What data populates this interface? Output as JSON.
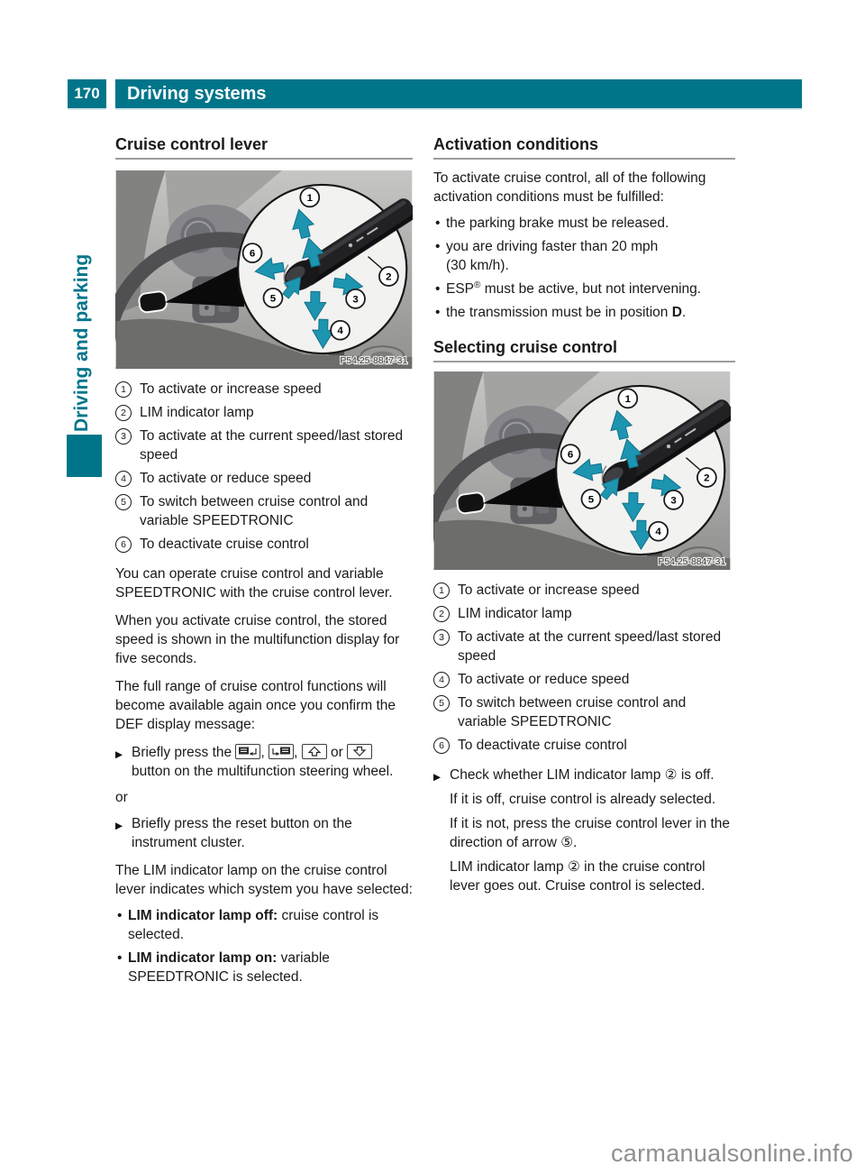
{
  "page": {
    "number": "170",
    "header_title": "Driving systems",
    "sidebar_label": "Driving and parking",
    "watermark": "carmanualsonline.info"
  },
  "colors": {
    "header_teal": "#00758a",
    "arrow_teal": "#1d95b0",
    "rule_gray": "#9c9c9c",
    "body_text": "#1a1a1a"
  },
  "figure": {
    "label": "P54.25-8847-31",
    "callouts": [
      "1",
      "2",
      "3",
      "4",
      "5",
      "6"
    ],
    "description_icons": [
      "cruise-control-lever",
      "direction-arrows",
      "magnifier-circle"
    ]
  },
  "lever_legend": [
    {
      "num": "1",
      "text": "To activate or increase speed"
    },
    {
      "num": "2",
      "text": "LIM indicator lamp"
    },
    {
      "num": "3",
      "text": "To activate at the current speed/last stored speed"
    },
    {
      "num": "4",
      "text": "To activate or reduce speed"
    },
    {
      "num": "5",
      "text": "To switch between cruise control and variable SPEEDTRONIC"
    },
    {
      "num": "6",
      "text": "To deactivate cruise control"
    }
  ],
  "left_column": {
    "heading": "Cruise control lever",
    "paragraphs": {
      "p1": "You can operate cruise control and variable SPEEDTRONIC with the cruise control lever.",
      "p2": "When you activate cruise control, the stored speed is shown in the multifunction display for five seconds.",
      "p3": "The full range of cruise control functions will become available again once you confirm the DEF display message:"
    },
    "action1": {
      "pre": "Briefly press the ",
      "sep1": ", ",
      "sep2": ", ",
      "or_sep": " or ",
      "post": " button on the multifunction steering wheel.",
      "icons": [
        "steering-back-button",
        "steering-forward-button",
        "steering-up-button",
        "steering-down-button"
      ]
    },
    "or_label": "or",
    "action2": "Briefly press the reset button on the instrument cluster.",
    "para_lim": "The LIM indicator lamp on the cruise control lever indicates which system you have selected:",
    "bullets": [
      {
        "bold": "LIM indicator lamp off:",
        "rest": " cruise control is selected."
      },
      {
        "bold": "LIM indicator lamp on:",
        "rest": " variable SPEEDTRONIC is selected."
      }
    ]
  },
  "right_column": {
    "heading1": "Activation conditions",
    "intro": "To activate cruise control, all of the following activation conditions must be fulfilled:",
    "conditions": [
      {
        "pre": "the parking brake must be released."
      },
      {
        "pre": "you are driving faster than 20 mph",
        "post": "(30 km/h)."
      },
      {
        "pre": "ESP",
        "sup": "®",
        "post": " must be active, but not intervening."
      },
      {
        "pre": "the transmission must be in position ",
        "bold": "D",
        "post": "."
      }
    ],
    "heading2": "Selecting cruise control",
    "action": "Check whether LIM indicator lamp ② is off.",
    "action_sub1": "If it is off, cruise control is already selected.",
    "action_sub2": "If it is not, press the cruise control lever in the direction of arrow ⑤.",
    "action_sub3": "LIM indicator lamp ② in the cruise control lever goes out. Cruise control is selected."
  }
}
